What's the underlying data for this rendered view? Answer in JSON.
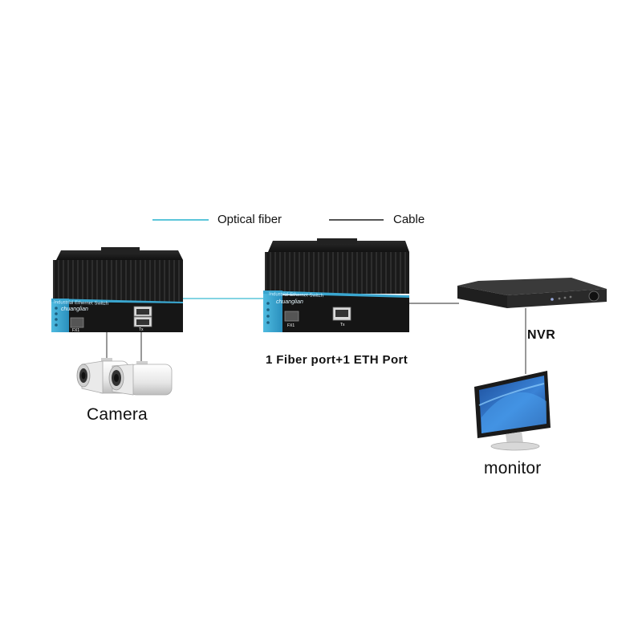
{
  "legend": {
    "optical_fiber_label": "Optical fiber",
    "optical_fiber_color": "#5cc6da",
    "cable_label": "Cable",
    "cable_color": "#555555"
  },
  "devices": {
    "left_switch": {
      "panel_text": "Industrial Ethernet Switch",
      "brand": "chuanglian",
      "sfp_label": "FX1",
      "eth_label": "Tx"
    },
    "center_switch": {
      "panel_text": "Industrial Ethernet Switch",
      "brand": "chuanglian",
      "sfp_label": "FX1",
      "eth_label": "Tx",
      "caption": "1 Fiber port+1 ETH Port"
    },
    "camera": {
      "caption": "Camera"
    },
    "nvr": {
      "caption": "NVR"
    },
    "monitor": {
      "caption": "monitor"
    }
  },
  "colors": {
    "switch_body": "#1c1c1c",
    "switch_panel": "#3aa6cf",
    "nvr_body": "#2a2a2a",
    "monitor_screen": "#2f6fc4"
  }
}
